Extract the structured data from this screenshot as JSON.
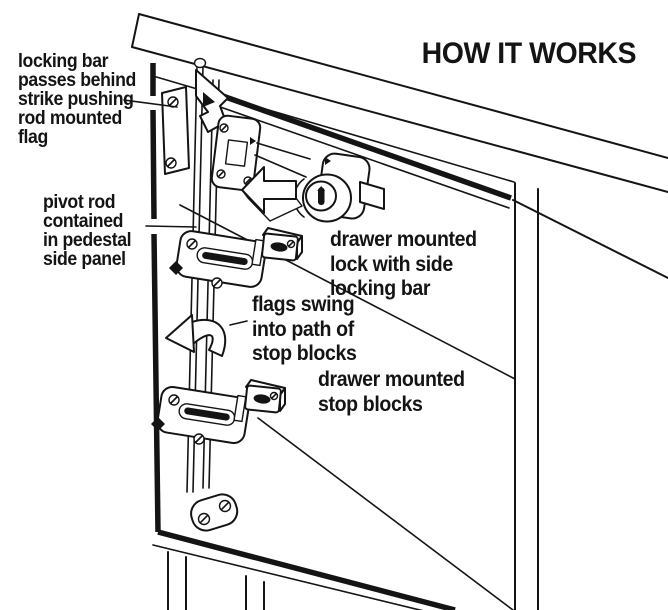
{
  "title": "HOW IT WORKS",
  "labels": {
    "locking_bar": "locking bar\npasses behind\nstrike pushing\nrod mounted\nflag",
    "pivot_rod": "pivot rod\ncontained\nin pedestal\nside panel",
    "drawer_lock": "drawer mounted\nlock with side\nlocking bar",
    "flags_swing": "flags swing\ninto path of\nstop blocks",
    "stop_blocks": "drawer mounted\nstop blocks"
  },
  "colors": {
    "line": "#141414",
    "background": "#ffffff"
  }
}
